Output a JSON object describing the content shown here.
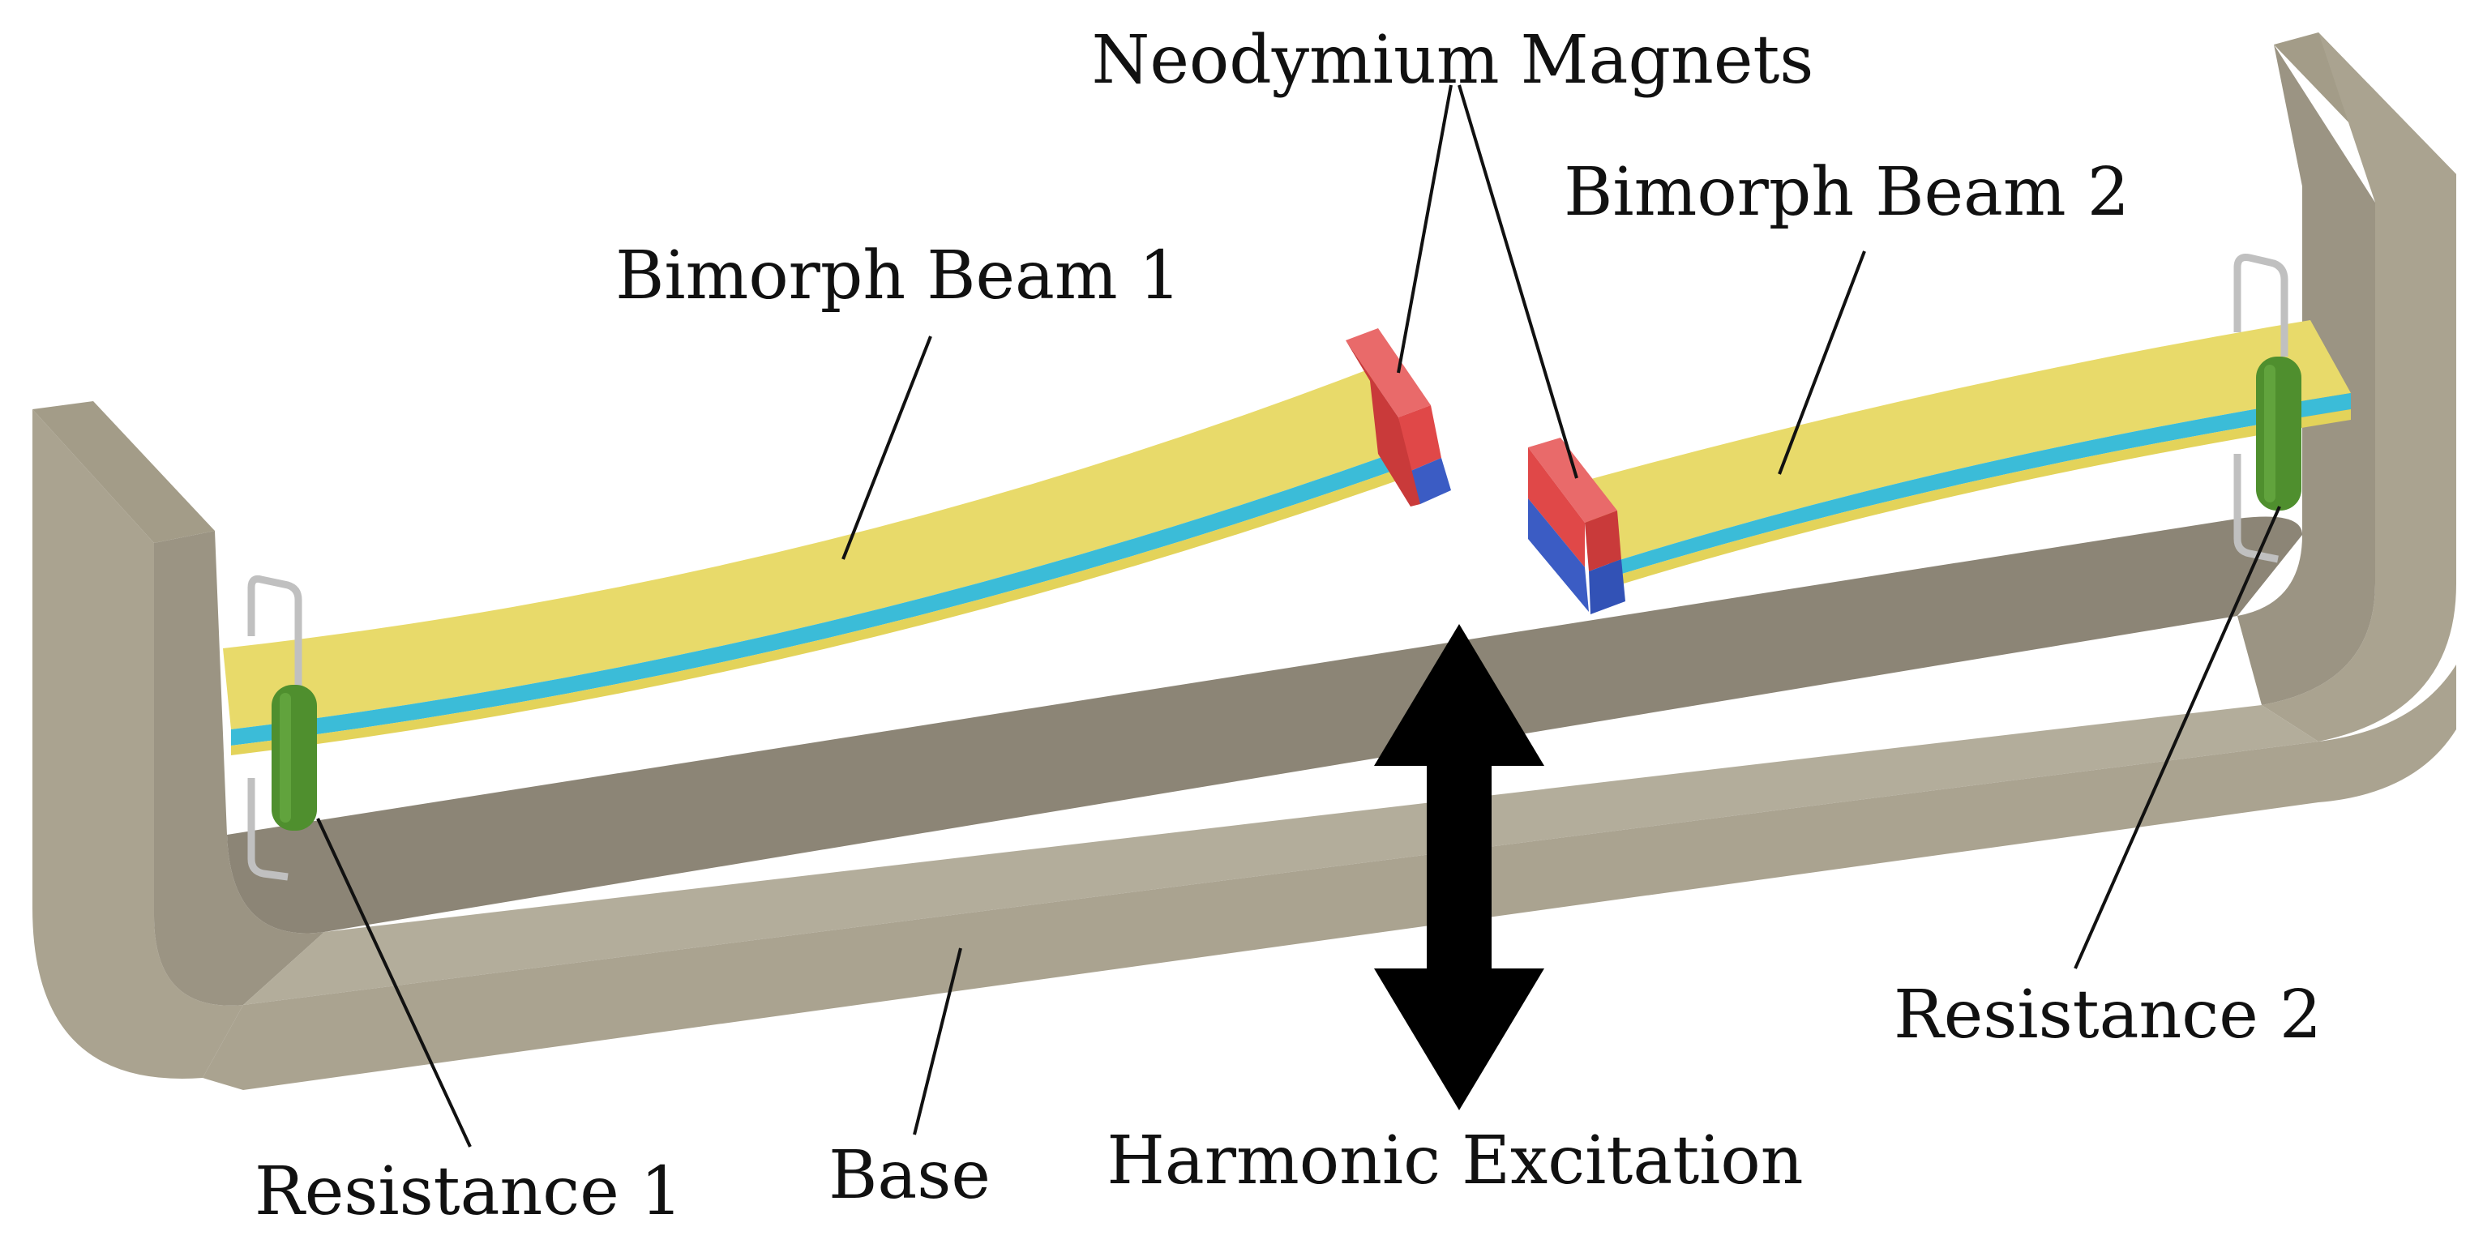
{
  "labels": {
    "neodymium_magnets": "Neodymium Magnets",
    "bimorph_beam_1": "Bimorph Beam 1",
    "bimorph_beam_2": "Bimorph Beam 2",
    "resistance_1": "Resistance 1",
    "resistance_2": "Resistance 2",
    "base": "Base",
    "harmonic_excitation": "Harmonic Excitation"
  },
  "colors": {
    "base": "#aaa390",
    "base_dark": "#8c8576",
    "base_shadow": "#9b9483",
    "beam_yellow": "#e8da6a",
    "beam_cyan": "#3bbcd8",
    "magnet_red": "#e04848",
    "magnet_blue": "#3b5cc4",
    "resistor_green": "#4f8f2e",
    "wire": "#c0c0c0",
    "arrow": "#000000"
  }
}
